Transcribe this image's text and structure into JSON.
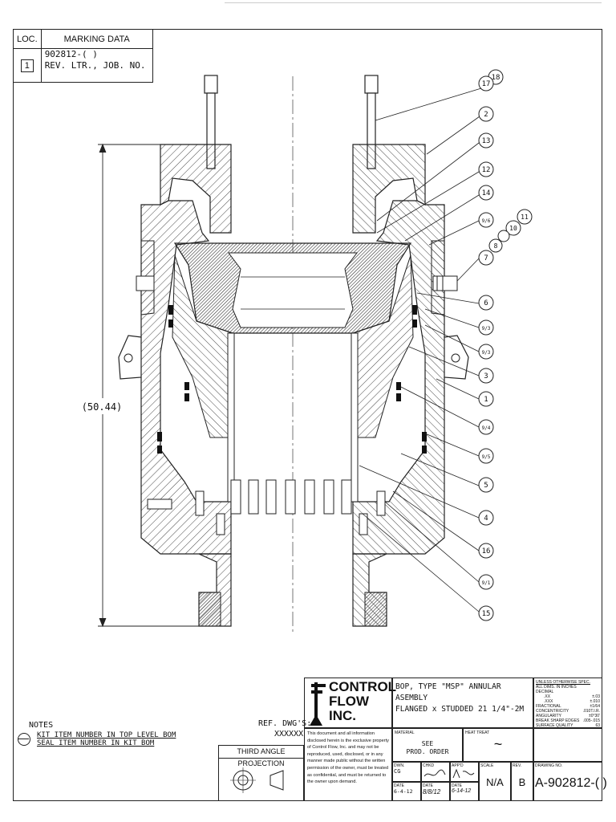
{
  "marking": {
    "loc_header": "LOC.",
    "data_header": "MARKING DATA",
    "loc_value": "1",
    "line1": "902812-(   )",
    "line2": "REV. LTR., JOB. NO."
  },
  "callouts": [
    "18",
    "17",
    "2",
    "13",
    "12",
    "14",
    "9/6",
    "11",
    "10",
    "8",
    "7",
    "6",
    "9/3",
    "9/3",
    "3",
    "1",
    "9/4",
    "9/5",
    "5",
    "4",
    "16",
    "9/1",
    "15"
  ],
  "dimension": "(50.44)",
  "notes": {
    "heading": "NOTES",
    "line1": "KIT ITEM NUMBER IN TOP LEVEL BOM",
    "line2": "SEAL ITEM NUMBER IN KIT BOM"
  },
  "ref_dwgs": {
    "label": "REF. DWG'S:",
    "value": "XXXXXX"
  },
  "projection": "THIRD ANGLE PROJECTION",
  "company": {
    "line1": "CONTROL",
    "line2": "FLOW",
    "line3": "INC."
  },
  "title": {
    "line1": "BOP, TYPE \"MSP\" ANNULAR ASEMBLY",
    "line2": "FLANGED x STUDDED 21 1/4\"-2M"
  },
  "confidential": "This document and all information disclosed herein is the exclusive property of Control Flow, Inc. and may not be reproduced, used, disclosed, or in any manner made public without the written permission of the owner, must be treated as confidential, and must be returned to the owner upon demand.",
  "tolerances": {
    "header": "UNLESS OTHERWISE SPEC.",
    "sub": "ALL DIMS. IN INCHES",
    "decimal": "DECIMAL",
    "xx": ".XX",
    "xx_val": "±.03",
    "xxx": ".XXX",
    "xxx_val": "±.010",
    "fractional": "FRACTIONAL",
    "fractional_val": "±1/64",
    "concentricity": "CONCENTRICITY",
    "concentricity_val": ".010T.I.R.",
    "angularity": "ANGULARITY",
    "angularity_val": "±0°30'",
    "break": "BREAK SHARP EDGES",
    "break_val": ".005-.015",
    "surface": "SURFACE QUALITY",
    "surface_val": "63"
  },
  "material": {
    "label": "MATERIAL",
    "value1": "SEE",
    "value2": "PROD. ORDER"
  },
  "heat_treat": {
    "label": "HEAT TREAT",
    "value": "~"
  },
  "approvals": {
    "dwn": "DWN.",
    "dwn_val": "CG",
    "chkd": "CHKD",
    "appd": "APP'D",
    "date": "DATE",
    "date_val": "6-4-12",
    "date2": "DATE",
    "date2_val": "8/8/12",
    "date3": "DATE",
    "date3_val": "6-14-12"
  },
  "scale": {
    "label": "SCALE",
    "value": "N/A"
  },
  "rev": {
    "label": "REV.",
    "value": "B"
  },
  "drawing_no": {
    "label": "DRAWING NO.",
    "value": "A-902812-( )"
  }
}
